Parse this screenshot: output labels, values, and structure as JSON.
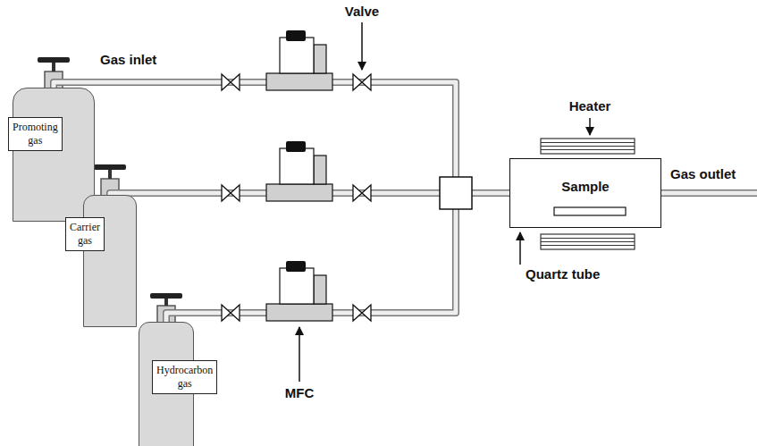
{
  "diagram": {
    "nodes": [
      {
        "text": [
          "Promoting gas"
        ]
      },
      {
        "text": [
          "Carrier gas"
        ]
      },
      {
        "text": [
          "Hydrocarbon gas"
        ]
      },
      {
        "text": [
          "Sample"
        ]
      }
    ],
    "edges": [
      {
        "from": 0,
        "to": 3,
        "arrow": "none"
      },
      {
        "from": 1,
        "to": 3,
        "arrow": "none"
      },
      {
        "from": 2,
        "to": 3,
        "arrow": "none"
      }
    ],
    "labels": [
      "Gas inlet",
      "Valve",
      "Heater",
      "Gas outlet",
      "Quartz tube",
      "MFC"
    ]
  }
}
